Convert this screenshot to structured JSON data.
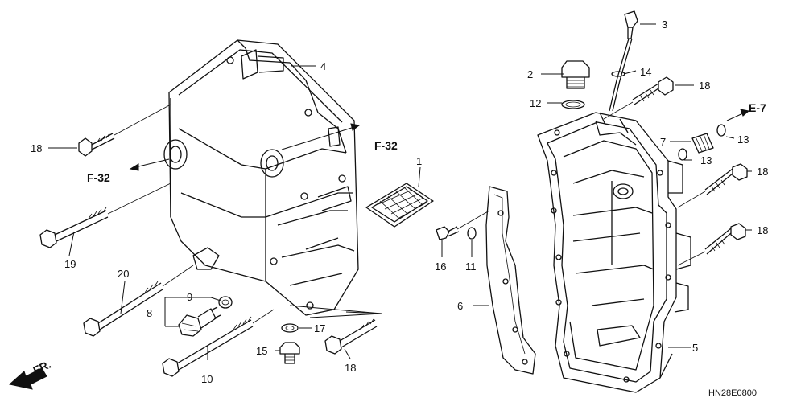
{
  "callouts": {
    "c1": "1",
    "c2": "2",
    "c3": "3",
    "c4": "4",
    "c5": "5",
    "c6": "6",
    "c7": "7",
    "c8": "8",
    "c9": "9",
    "c10": "10",
    "c11": "11",
    "c12": "12",
    "c13a": "13",
    "c13b": "13",
    "c14": "14",
    "c15": "15",
    "c16": "16",
    "c17": "17",
    "c18a": "18",
    "c18b": "18",
    "c18c": "18",
    "c18d": "18",
    "c18e": "18",
    "c19": "19",
    "c20": "20"
  },
  "refs": {
    "f32_left": "F-32",
    "f32_right": "F-32",
    "e7": "E-7"
  },
  "front_marker": "FR.",
  "diagram_code": "HN28E0800"
}
